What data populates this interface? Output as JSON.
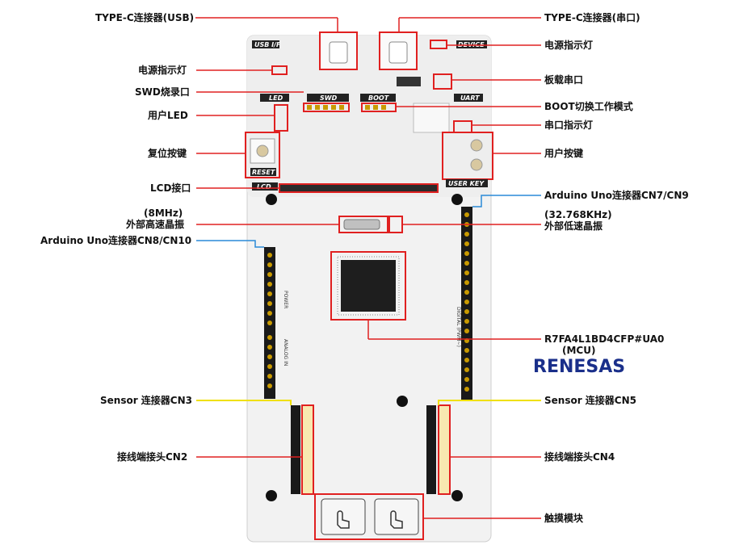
{
  "labels": {
    "usb_typec": "TYPE-C连接器(USB)",
    "serial_typec": "TYPE-C连接器(串口)",
    "power_led_left": "电源指示灯",
    "power_led_right": "电源指示灯",
    "swd_port": "SWD烧录口",
    "onboard_uart": "板载串口",
    "user_led": "用户LED",
    "boot_switch": "BOOT切换工作模式",
    "uart_led": "串口指示灯",
    "reset_key": "复位按键",
    "user_key": "用户按键",
    "lcd_port": "LCD接口",
    "arduino_cn7_cn9": "Arduino Uno连接器CN7/CN9",
    "hs_crystal_freq": "(8MHz)",
    "hs_crystal": "外部高速晶振",
    "ls_crystal_freq": "(32.768KHz)",
    "ls_crystal": "外部低速晶振",
    "arduino_cn8_cn10": "Arduino Uno连接器CN8/CN10",
    "mcu_part": "R7FA4L1BD4CFP#UA0",
    "mcu_tag": "(MCU)",
    "sensor_cn3": "Sensor 连接器CN3",
    "sensor_cn5": "Sensor 连接器CN5",
    "terminal_cn2": "接线端接头CN2",
    "terminal_cn4": "接线端接头CN4",
    "touch_module": "触摸模块"
  },
  "board": {
    "usb_if": "USB I/F",
    "device": "DEVICE",
    "led": "LED",
    "swd": "SWD",
    "boot": "BOOT",
    "uart": "UART",
    "reset": "RESET",
    "lcd": "LCD",
    "user_key": "USER KEY",
    "power": "POWER",
    "analog_in": "ANALOG IN",
    "digital_pwm": "DIGITAL (PWM~)"
  },
  "logo": "RENESAS",
  "colors": {
    "highlight": "#e02020",
    "blue_line": "#2a8ad8",
    "yellow_line": "#f0e000",
    "logo": "#1a2f8a"
  }
}
